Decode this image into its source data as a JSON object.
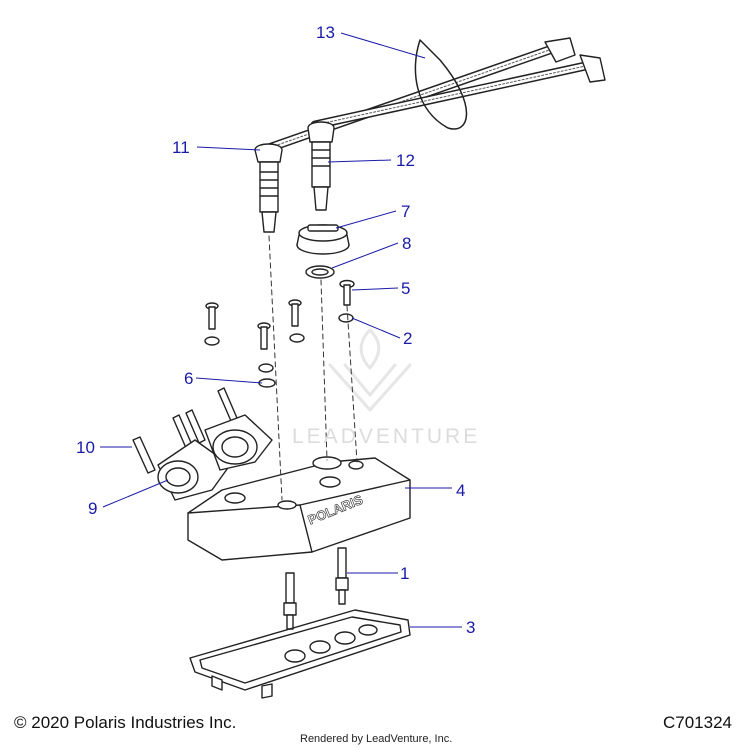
{
  "callouts": [
    {
      "number": "1"
    },
    {
      "number": "2"
    },
    {
      "number": "3"
    },
    {
      "number": "4"
    },
    {
      "number": "5"
    },
    {
      "number": "6"
    },
    {
      "number": "7"
    },
    {
      "number": "8"
    },
    {
      "number": "9"
    },
    {
      "number": "10"
    },
    {
      "number": "11"
    },
    {
      "number": "12"
    },
    {
      "number": "13"
    }
  ],
  "footer": {
    "copyright": "© 2020 Polaris Industries Inc.",
    "drawing_id": "C701324",
    "rendered_by": "Rendered by LeadVenture, Inc."
  },
  "watermark": {
    "text": "LEADVENTURE"
  },
  "cover_logo": "POLARIS",
  "colors": {
    "callout": "#1a1aa8",
    "leader": "#1a1aa8",
    "part_stroke": "#222222"
  }
}
